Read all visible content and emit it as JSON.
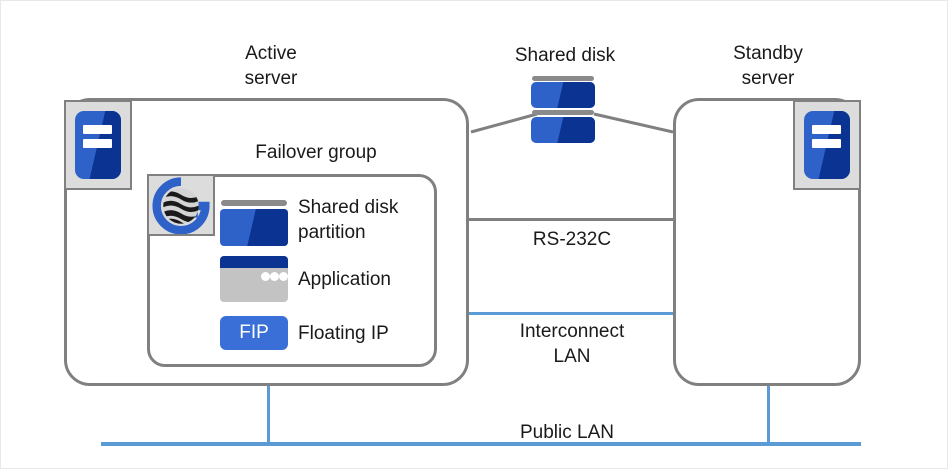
{
  "diagram": {
    "title_active_server": "Active\nserver",
    "title_shared_disk": "Shared disk",
    "title_standby_server": "Standby\nserver",
    "failover_group_label": "Failover group",
    "resources": [
      {
        "icon": "shared-disk-partition-icon",
        "label": "Shared disk\npartition"
      },
      {
        "icon": "application-window-icon",
        "label": "Application"
      },
      {
        "icon": "floating-ip-chip-icon",
        "label": "Floating IP",
        "chip_text": "FIP"
      }
    ],
    "links": [
      {
        "name": "rs232c",
        "label": "RS-232C",
        "color": "#808080"
      },
      {
        "name": "interconnect-lan",
        "label": "Interconnect\nLAN",
        "color": "#5b9bd5"
      },
      {
        "name": "public-lan",
        "label": "Public  LAN",
        "color": "#5b9bd5"
      }
    ],
    "colors": {
      "box_border": "#808080",
      "accent_blue": "#2f62c8",
      "dark_blue": "#0b3391",
      "chip_blue": "#3a6fd8",
      "lan_blue": "#5b9bd5",
      "icon_plate": "#dcdcdc",
      "app_body_gray": "#c3c3c3",
      "text": "#1a1a1a"
    }
  }
}
